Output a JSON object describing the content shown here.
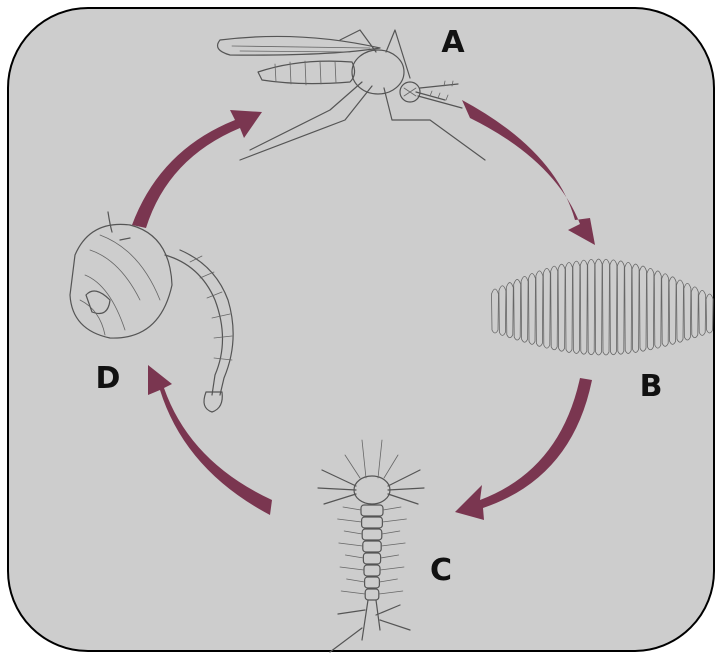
{
  "colors": {
    "panel_fill": "#cdcdcd",
    "panel_border": "#000000",
    "arrow": "#7a3650",
    "ink": "#555555"
  },
  "stages": [
    {
      "label": "A",
      "depicts": "adult-mosquito"
    },
    {
      "label": "B",
      "depicts": "egg-raft"
    },
    {
      "label": "C",
      "depicts": "larva"
    },
    {
      "label": "D",
      "depicts": "pupa"
    }
  ]
}
